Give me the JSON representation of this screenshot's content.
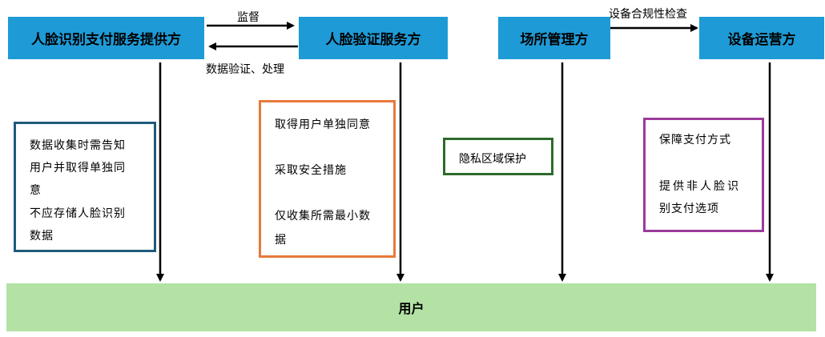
{
  "actors": {
    "provider": "人脸识别支付服务提供方",
    "verifier": "人脸验证服务方",
    "venue": "场所管理方",
    "operator": "设备运营方"
  },
  "edges": {
    "supervise": "监督",
    "data_processing": "数据验证、处理",
    "compliance": "设备合规性检查"
  },
  "notes": {
    "provider": [
      "数据收集时需告知",
      "用户并取得单独同",
      "意",
      "不应存储人脸识别",
      "数据"
    ],
    "verifier": [
      "取得用户单独同意",
      "采取安全措施",
      "仅收集所需最小数",
      "据"
    ],
    "venue": [
      "隐私区域保护"
    ],
    "operator": [
      "保障支付方式",
      "提供非人脸识",
      "别支付选项"
    ]
  },
  "user": "用户",
  "colors": {
    "actor_fill": "#1e9bd7",
    "user_fill": "#b3e2a4",
    "provider_note_border": "#1f5a7a",
    "verifier_note_border": "#e8793a",
    "venue_note_border": "#2e6b2a",
    "operator_note_border": "#9b3b9b"
  }
}
